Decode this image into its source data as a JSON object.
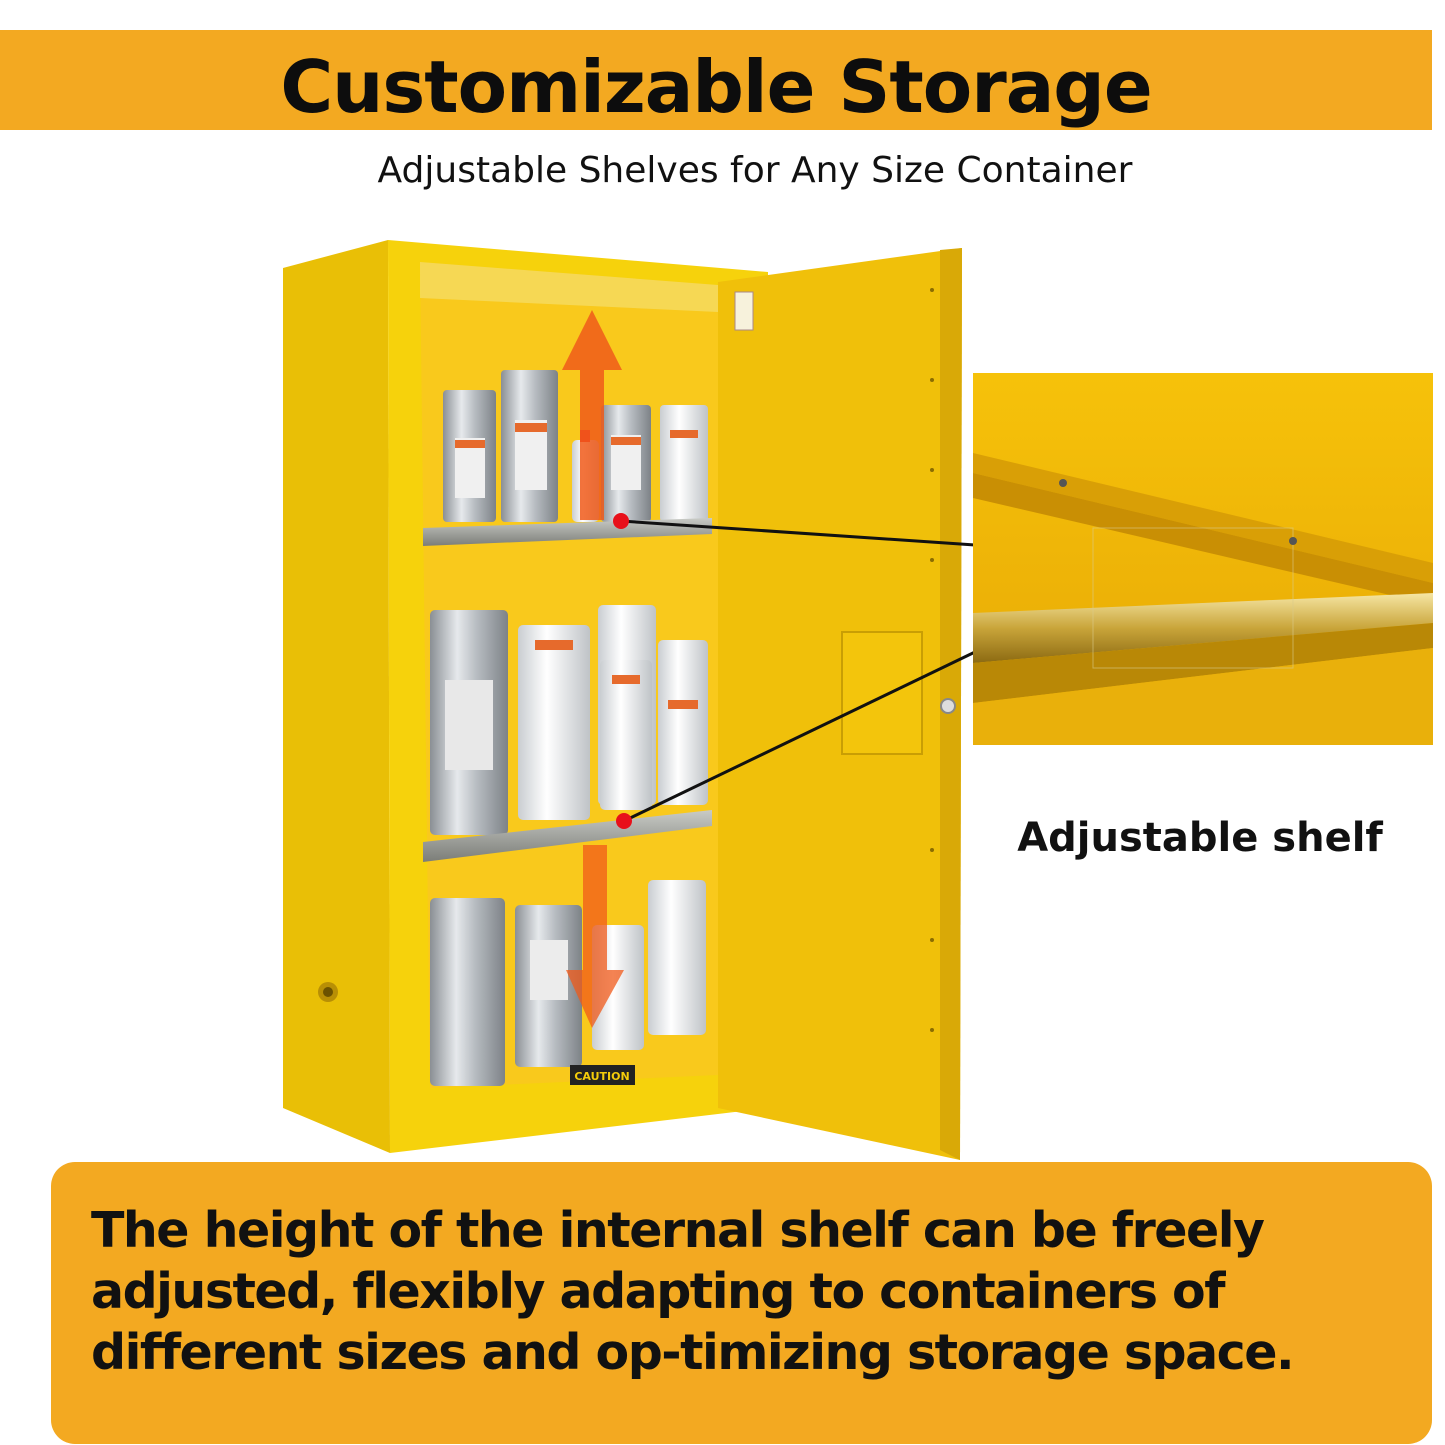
{
  "header": {
    "title": "Customizable Storage",
    "subtitle": "Adjustable Shelves for Any Size Container"
  },
  "callout": {
    "label": "Adjustable shelf"
  },
  "cabinet": {
    "caution_label": "CAUTION"
  },
  "info": {
    "text": "The height of the internal shelf can be freely adjusted, flexibly adapting to containers of different sizes and op-timizing storage space."
  },
  "colors": {
    "band": "#f3a921",
    "cabinet_yellow": "#f4cc0a",
    "arrow": "#f05a1a",
    "marker": "#e8101a"
  }
}
